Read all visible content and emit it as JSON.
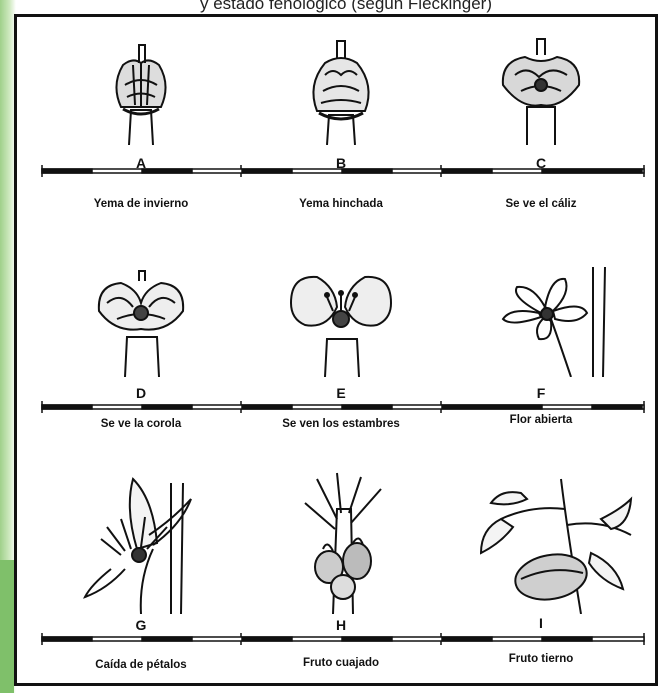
{
  "header": {
    "caption": "y estado fenológico (según Fleckinger)"
  },
  "stages": [
    {
      "letter": "A",
      "label": "Yema de invierno"
    },
    {
      "letter": "B",
      "label": "Yema hinchada"
    },
    {
      "letter": "C",
      "label": "Se ve el cáliz"
    },
    {
      "letter": "D",
      "label": "Se ve la corola"
    },
    {
      "letter": "E",
      "label": "Se ven los estambres"
    },
    {
      "letter": "F",
      "label": "Flor abierta"
    },
    {
      "letter": "G",
      "label": "Caída de pétalos"
    },
    {
      "letter": "H",
      "label": "Fruto cuajado"
    },
    {
      "letter": "I",
      "label": "Fruto tierno"
    }
  ],
  "colors": {
    "ink": "#111111",
    "paper": "#ffffff",
    "accent": "#7fc06a"
  }
}
